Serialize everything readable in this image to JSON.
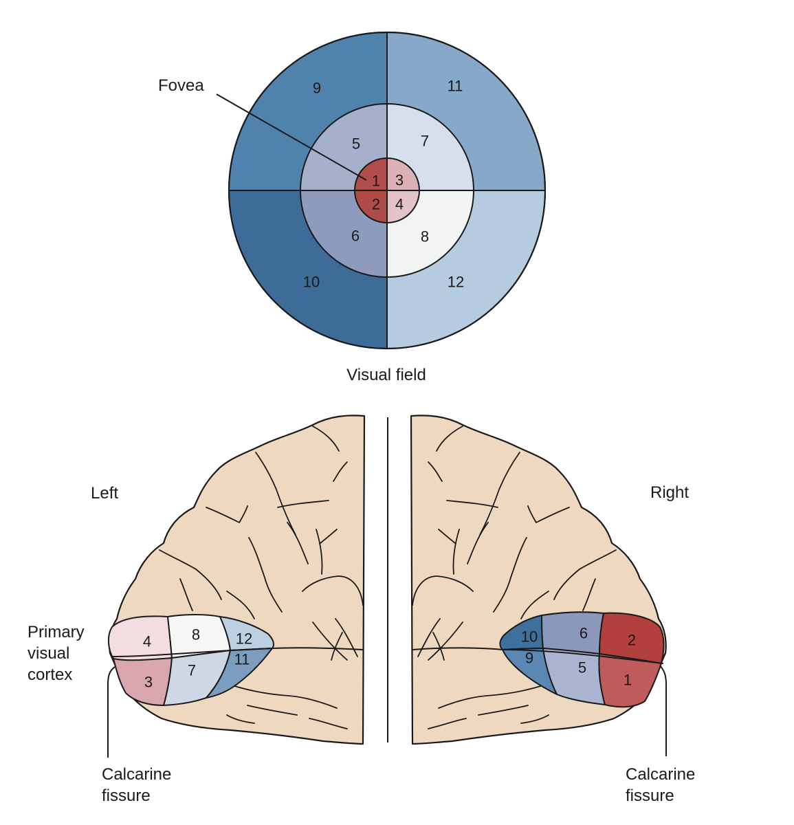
{
  "visual_field": {
    "label": "Visual field",
    "fovea_label": "Fovea",
    "sectors": [
      {
        "id": "1",
        "color": "#b24d4c"
      },
      {
        "id": "2",
        "color": "#b04c48"
      },
      {
        "id": "3",
        "color": "#dcb1b6"
      },
      {
        "id": "4",
        "color": "#e2c3c8"
      },
      {
        "id": "5",
        "color": "#a5b0cc"
      },
      {
        "id": "6",
        "color": "#8e9bbd"
      },
      {
        "id": "7",
        "color": "#d8dfec"
      },
      {
        "id": "8",
        "color": "#f2f3f3"
      },
      {
        "id": "9",
        "color": "#4f82ad"
      },
      {
        "id": "10",
        "color": "#3d6c98"
      },
      {
        "id": "11",
        "color": "#86a9c9"
      },
      {
        "id": "12",
        "color": "#b5cce0"
      }
    ]
  },
  "cortex": {
    "left_label": "Left",
    "right_label": "Right",
    "primary_visual_cortex_label": [
      "Primary",
      "visual",
      "cortex"
    ],
    "calcarine_label": [
      "Calcarine",
      "fissure"
    ],
    "left_regions": [
      "4",
      "3",
      "8",
      "7",
      "12",
      "11"
    ],
    "right_regions": [
      "10",
      "9",
      "6",
      "5",
      "2",
      "1"
    ]
  }
}
